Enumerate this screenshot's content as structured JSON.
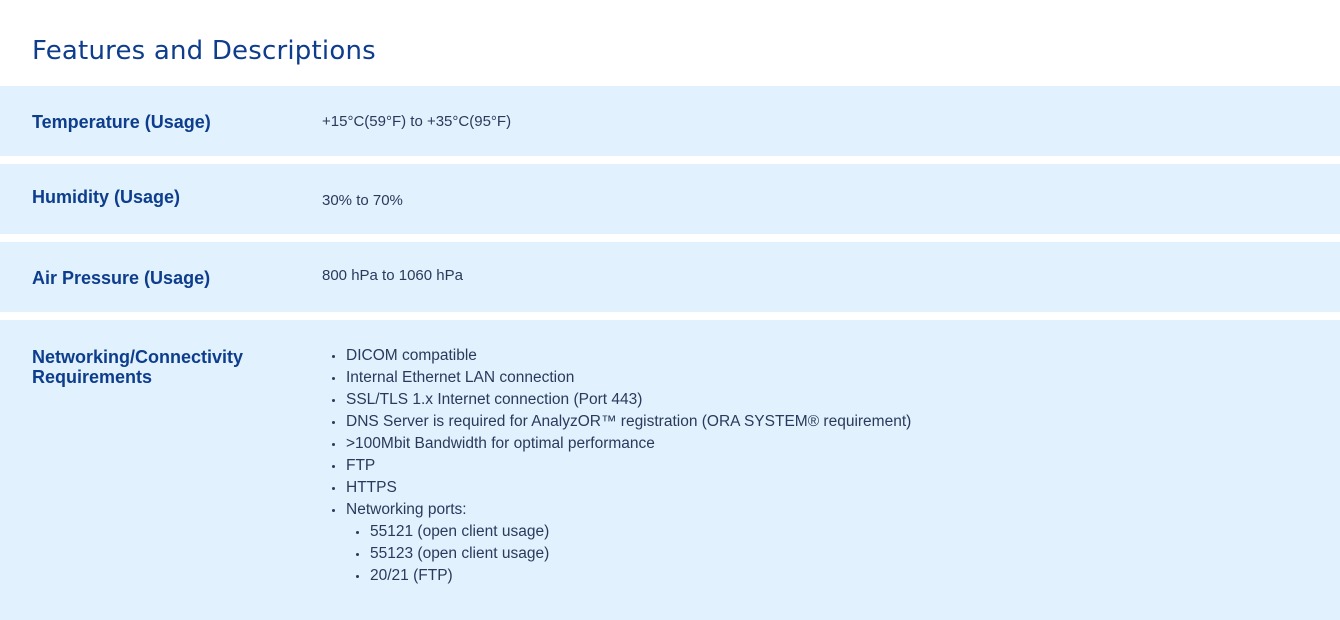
{
  "page": {
    "title": "Features and Descriptions"
  },
  "rows": [
    {
      "label": "Temperature (Usage)",
      "value": "+15°C(59°F) to +35°C(95°F)"
    },
    {
      "label": "Humidity (Usage)",
      "value": "30% to 70%"
    },
    {
      "label": "Air Pressure (Usage)",
      "value": "800 hPa to 1060 hPa"
    },
    {
      "label": "Networking/Connectivity Requirements",
      "items": [
        "DICOM compatible",
        "Internal Ethernet LAN connection",
        "SSL/TLS 1.x Internet connection (Port 443)",
        "DNS Server is required for AnalyzOR™ registration (ORA SYSTEM® requirement)",
        ">100Mbit Bandwidth for optimal performance",
        "FTP",
        "HTTPS",
        "Networking ports:"
      ],
      "ports": [
        "55121 (open client usage)",
        "55123 (open client usage)",
        "20/21 (FTP)"
      ]
    }
  ],
  "colors": {
    "title": "#0d3d8c",
    "row_background": "#e1f1fd",
    "body_text": "#2a3a5c"
  }
}
